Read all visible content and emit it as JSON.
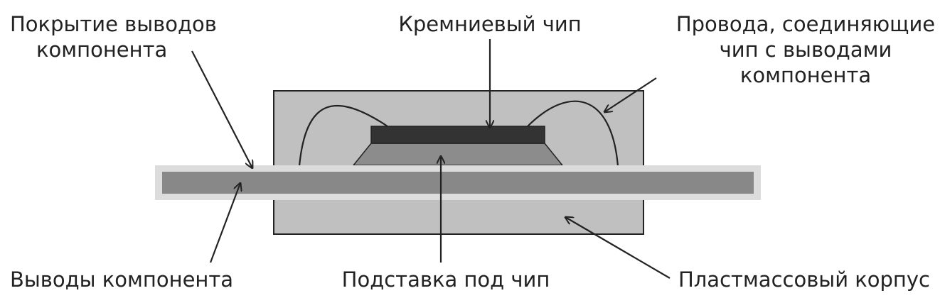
{
  "labels": {
    "lead_coating_line1": "Покрытие выводов",
    "lead_coating_line2": "компонента",
    "silicon_chip": "Кремниевый чип",
    "bond_wires_line1": "Провода, соединяющие",
    "bond_wires_line2": "чип с выводами",
    "bond_wires_line3": "компонента",
    "component_leads": "Выводы компонента",
    "chip_pad": "Подставка под чип",
    "plastic_body": "Пластмассовый корпус"
  },
  "colors": {
    "body_fill": "#c0c0c0",
    "outline": "#222222",
    "lead_coating": "#dcdcdc",
    "lead_core": "#888888",
    "chip": "#333333",
    "chip_pad": "#8c8c8c",
    "text": "#222222"
  }
}
